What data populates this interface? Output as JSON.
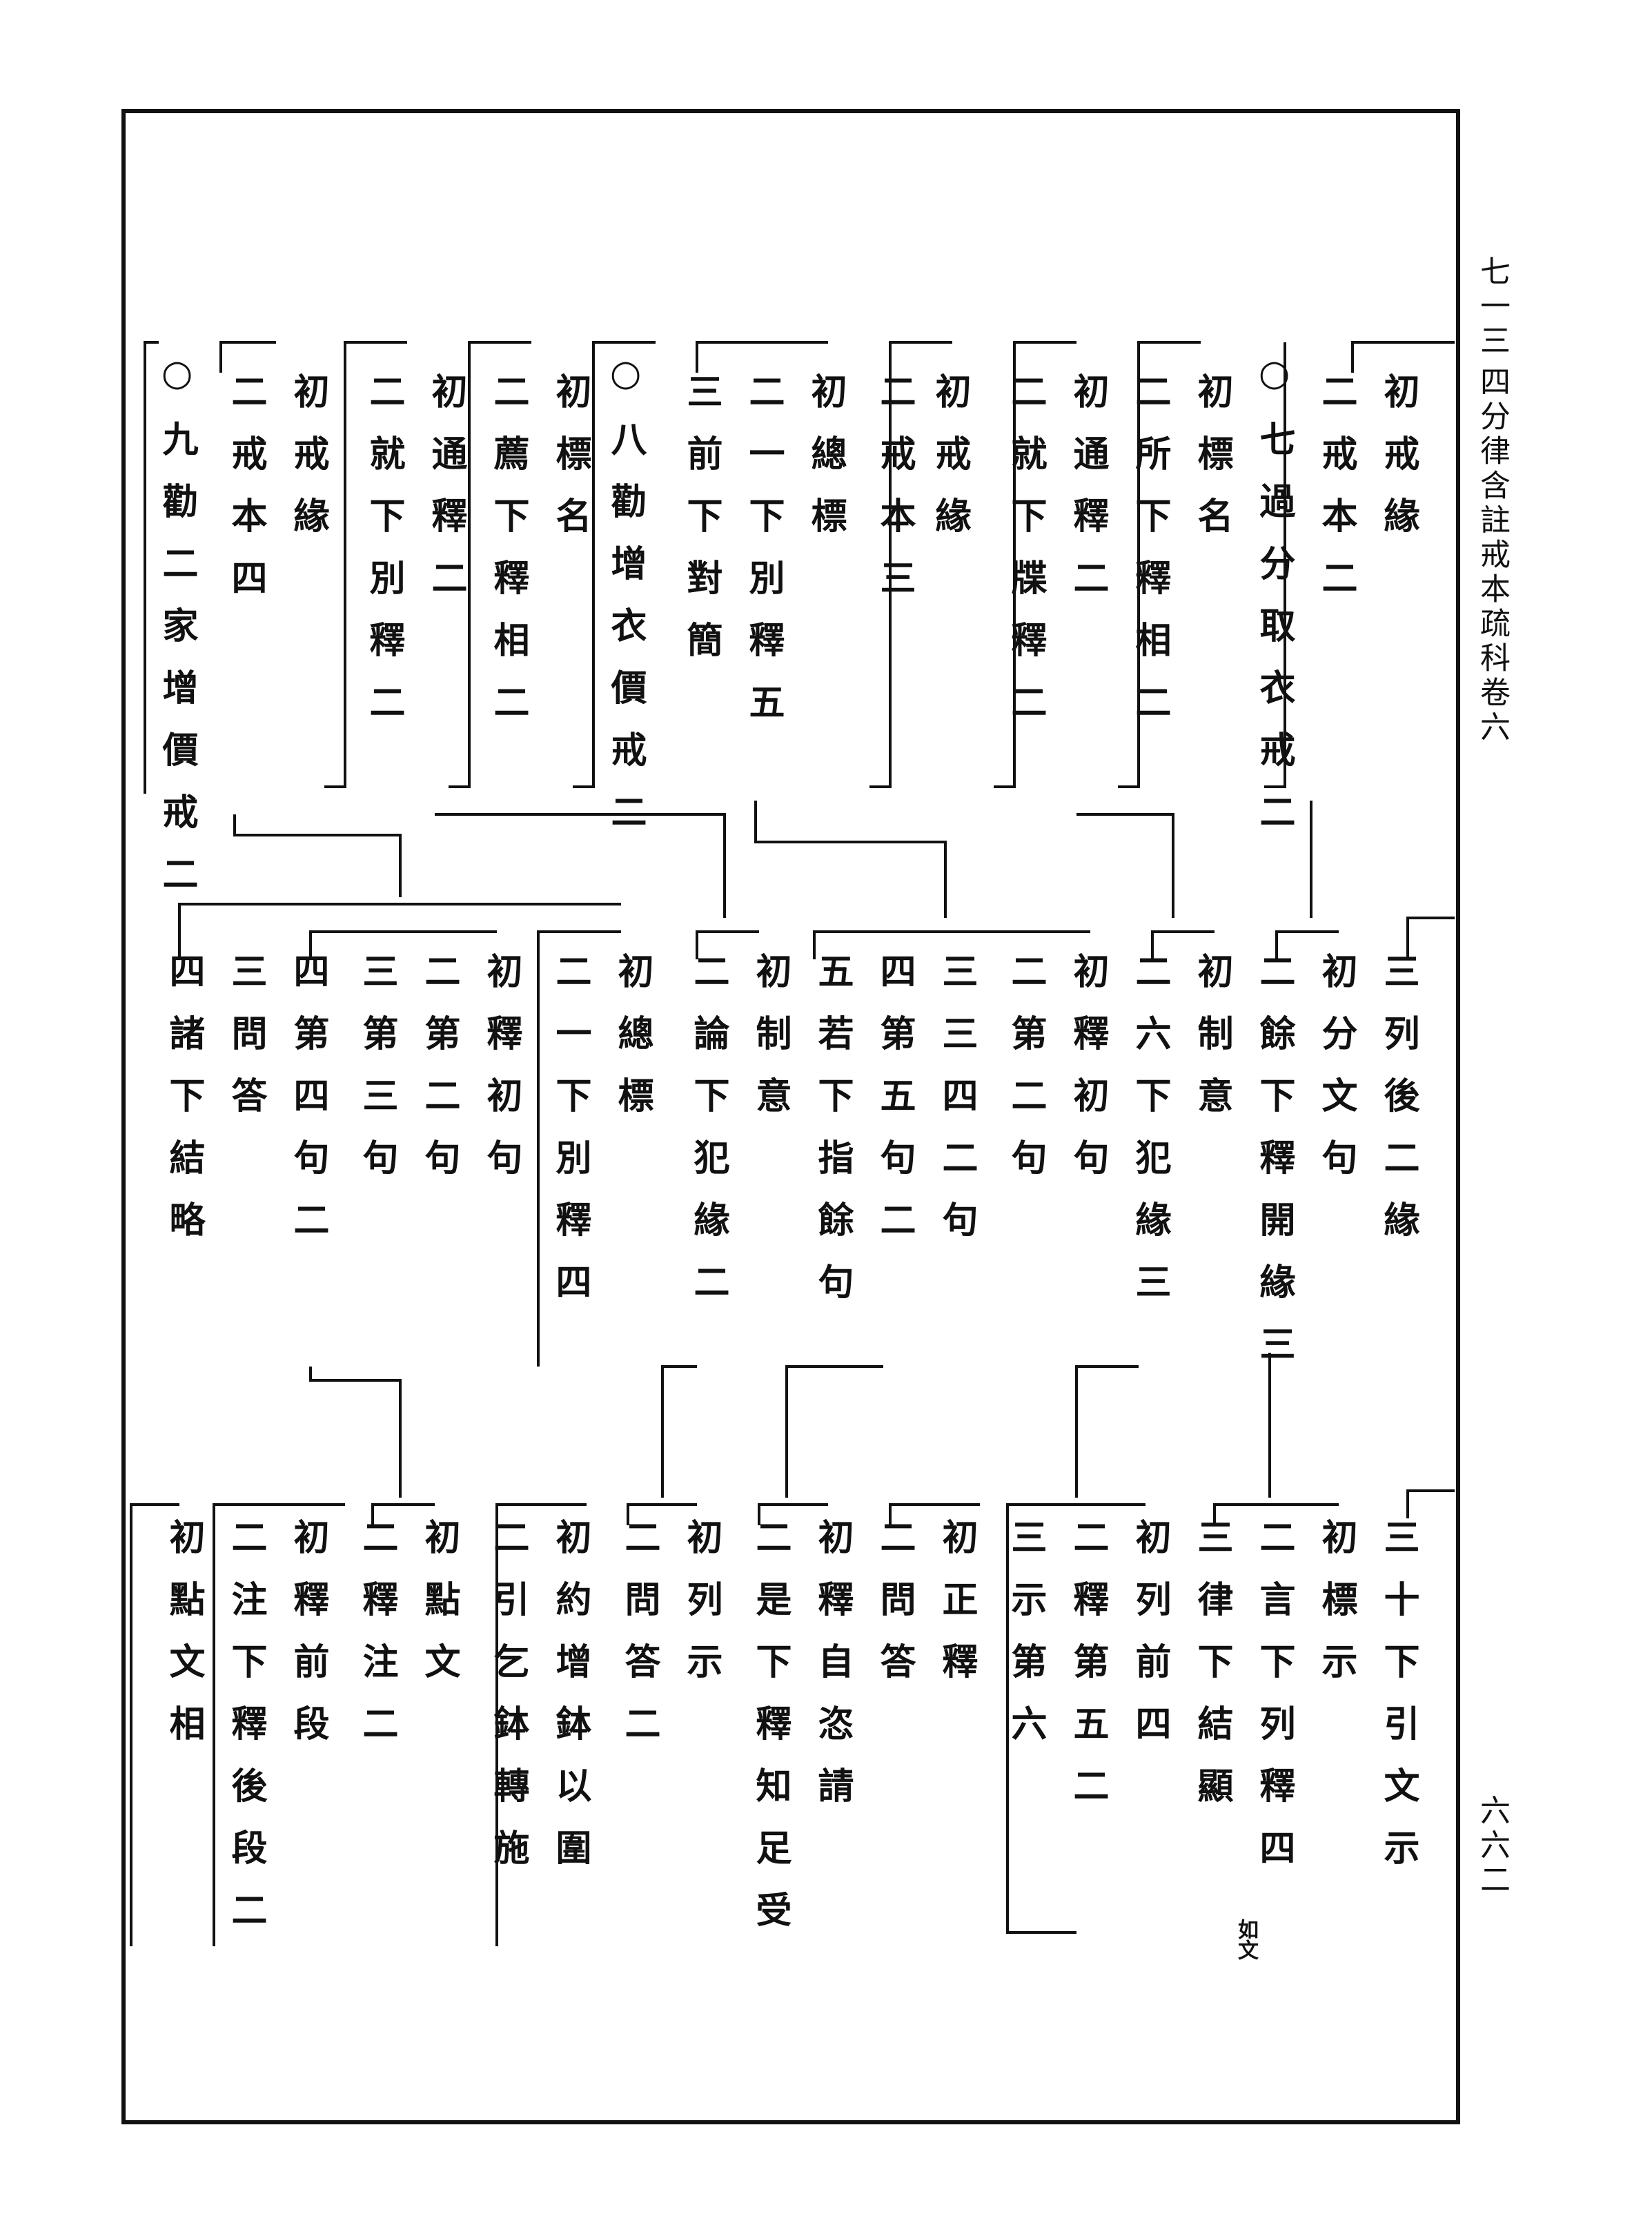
{
  "header": {
    "section_number": "七一三",
    "book_title": "四分律含註戒本疏科卷六",
    "page_number": "六六二"
  },
  "row1": [
    "初戒緣",
    "二戒本二",
    "○七過分取衣戒二",
    "初標名",
    "二所下釋相二",
    "初通釋二",
    "二就下牒釋二",
    "初戒緣",
    "二戒本三",
    "初總標",
    "二一下別釋五",
    "三前下對簡",
    "○八勸增衣價戒二",
    "初標名",
    "二薦下釋相二",
    "初通釋二",
    "二就下別釋二",
    "初戒緣",
    "二戒本四",
    "○九勸二家增價戒二"
  ],
  "row2": [
    "三列後二緣",
    "初分文句",
    "二餘下釋開緣三",
    "初制意",
    "二六下犯緣三",
    "初釋初句",
    "二第二句",
    "三三四二句",
    "四第五句二",
    "五若下指餘句",
    "初制意",
    "二論下犯緣二",
    "初總標",
    "二一下別釋四",
    "初釋初句",
    "二第二句",
    "三第三句",
    "四第四句二",
    "三問答",
    "四諸下結略"
  ],
  "row3": [
    "三十下引文示",
    "初標示",
    "二言下列釋四",
    "三律下結顯",
    "初列前四",
    "二釋第五二",
    "三示第六",
    "初正釋",
    "二問答",
    "初釋自恣請",
    "二是下釋知足受",
    "初列示",
    "二問答二",
    "初約增鉢以圍",
    "二引乞鉢轉施",
    "初點文",
    "二釋注二",
    "初釋前段",
    "二注下釋後段二",
    "初點文相"
  ],
  "notes": {
    "row3_annotation": "如文"
  }
}
